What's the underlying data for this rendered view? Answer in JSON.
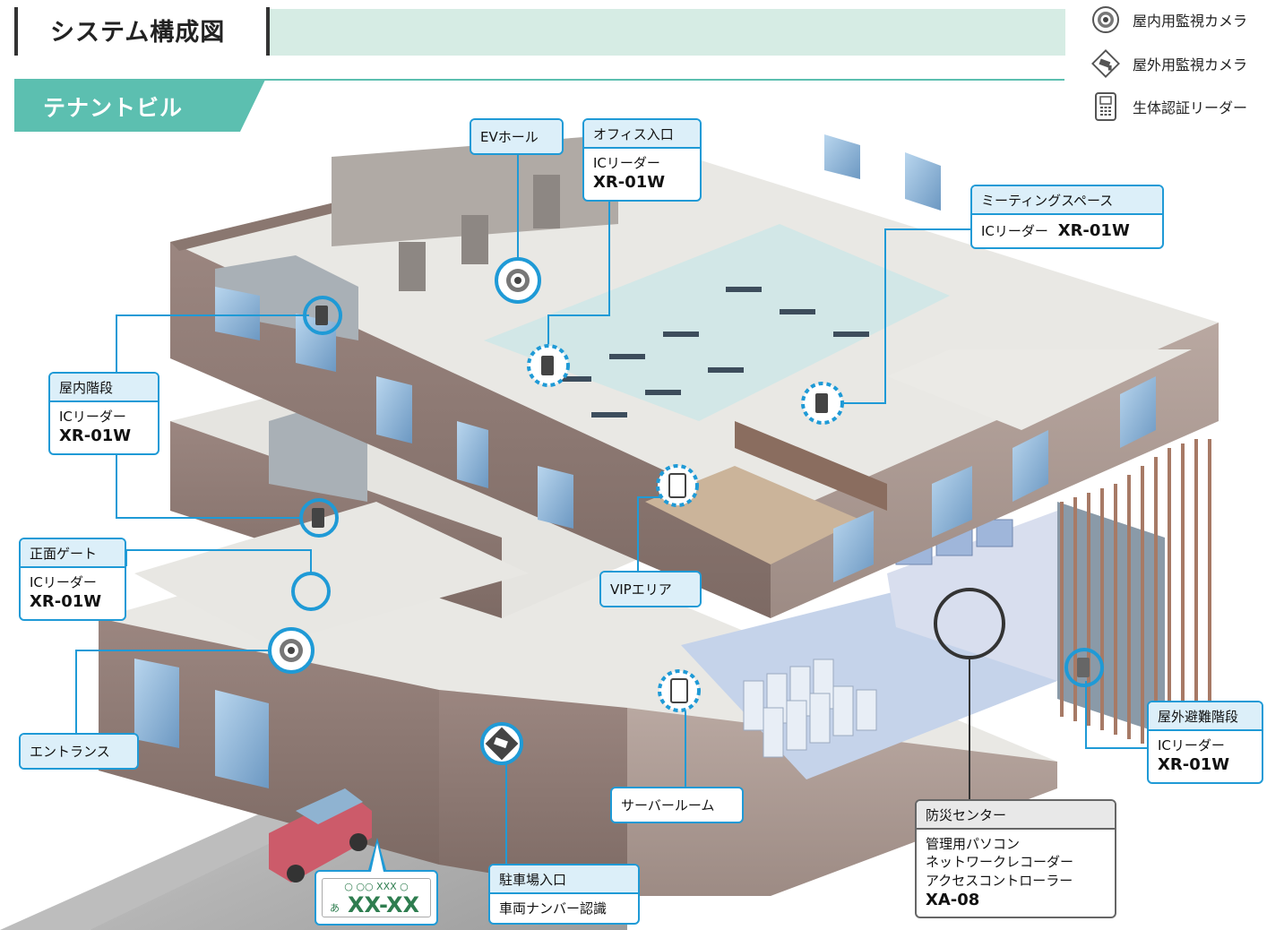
{
  "header": {
    "title": "システム構成図",
    "section": "テナントビル"
  },
  "legend": [
    {
      "icon": "indoor-camera-icon",
      "label": "屋内用監視カメラ"
    },
    {
      "icon": "outdoor-camera-icon",
      "label": "屋外用監視カメラ"
    },
    {
      "icon": "biometric-reader-icon",
      "label": "生体認証リーダー"
    }
  ],
  "callouts": {
    "ev_hall": {
      "title": "EVホール"
    },
    "office_entrance": {
      "title": "オフィス入口",
      "device": "ICリーダー",
      "model": "XR-01W"
    },
    "meeting_space": {
      "title": "ミーティングスペース",
      "device": "ICリーダー",
      "model": "XR-01W"
    },
    "indoor_stairs": {
      "title": "屋内階段",
      "device": "ICリーダー",
      "model": "XR-01W"
    },
    "front_gate": {
      "title": "正面ゲート",
      "device": "ICリーダー",
      "model": "XR-01W"
    },
    "vip_area": {
      "title": "VIPエリア"
    },
    "entrance": {
      "title": "エントランス"
    },
    "server_room": {
      "title": "サーバールーム"
    },
    "outdoor_stairs": {
      "title": "屋外避難階段",
      "device": "ICリーダー",
      "model": "XR-01W"
    },
    "parking": {
      "title": "駐車場入口",
      "device": "車両ナンバー認識"
    },
    "disaster_center": {
      "title": "防災センター",
      "lines": [
        "管理用パソコン",
        "ネットワークレコーダー",
        "アクセスコントローラー"
      ],
      "model": "XA-08"
    }
  },
  "license_plate": {
    "top": "○ ○○ XXX ○",
    "kana": "あ",
    "number": "XX-XX"
  },
  "colors": {
    "accent": "#1f9ad6",
    "section": "#5cbfb0",
    "title_band": "#d6ece4",
    "wall": "#8f7a73",
    "floor": "#e7e7e3"
  }
}
